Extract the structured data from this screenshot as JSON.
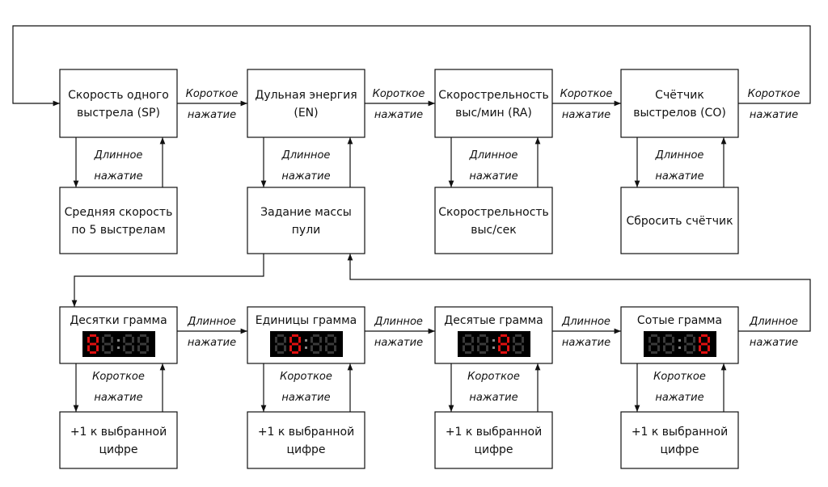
{
  "top_row": [
    {
      "id": "sp",
      "lines": [
        "Скорость одного",
        "выстрела (SP)"
      ]
    },
    {
      "id": "en",
      "lines": [
        "Дульная энергия",
        "(EN)"
      ]
    },
    {
      "id": "ra",
      "lines": [
        "Скорострельность",
        "выс/мин (RA)"
      ]
    },
    {
      "id": "co",
      "lines": [
        "Счётчик",
        "выстрелов (CO)"
      ]
    }
  ],
  "second_row": [
    {
      "id": "avg",
      "lines": [
        "Средняя скорость",
        "по 5 выстрелам"
      ]
    },
    {
      "id": "mass",
      "lines": [
        "Задание массы",
        "пули"
      ]
    },
    {
      "id": "rate",
      "lines": [
        "Скорострельность",
        "выс/сек"
      ]
    },
    {
      "id": "reset",
      "lines": [
        "Сбросить счётчик"
      ]
    }
  ],
  "digit_row": [
    {
      "id": "tens",
      "title": "Десятки грамма",
      "active_digit": 0
    },
    {
      "id": "units",
      "title": "Единицы грамма",
      "active_digit": 1
    },
    {
      "id": "tenths",
      "title": "Десятые грамма",
      "active_digit": 2
    },
    {
      "id": "hundredths",
      "title": "Сотые грамма",
      "active_digit": 3
    }
  ],
  "bottom_row": [
    {
      "lines": [
        "+1 к выбранной",
        "цифре"
      ]
    },
    {
      "lines": [
        "+1 к выбранной",
        "цифре"
      ]
    },
    {
      "lines": [
        "+1 к выбранной",
        "цифре"
      ]
    },
    {
      "lines": [
        "+1 к выбранной",
        "цифре"
      ]
    }
  ],
  "labels": {
    "short_press": [
      "Короткое",
      "нажатие"
    ],
    "long_press": [
      "Длинное",
      "нажатие"
    ]
  },
  "colors": {
    "line": "#111111",
    "display_bg": "#000000",
    "segment_on": "#e01010",
    "segment_off": "#3a3a3a"
  }
}
